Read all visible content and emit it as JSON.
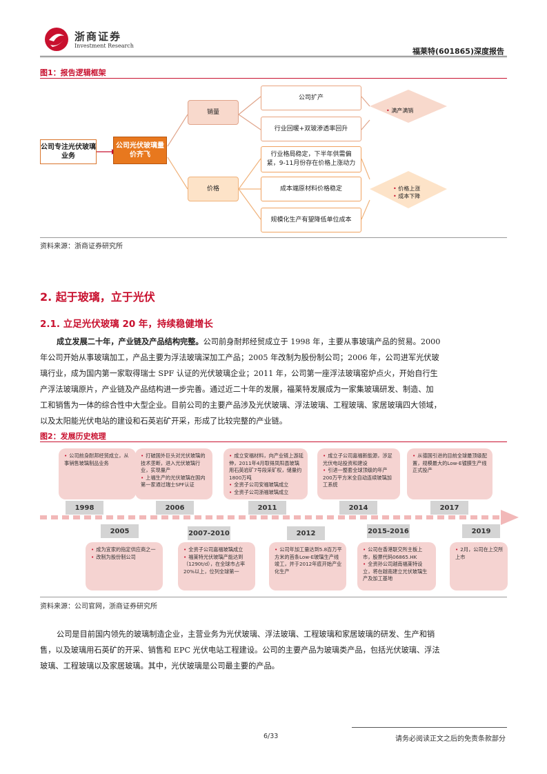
{
  "header": {
    "brand_name": "浙商证券",
    "brand_en": "Investment Research",
    "report_title": "福莱特(601865)深度报告"
  },
  "figure1": {
    "title": "图1：报告逻辑框架",
    "start": "公司专注光伏玻璃业务",
    "main": "公司光伏玻璃量价齐飞",
    "branch_volume": "销量",
    "branch_price": "价格",
    "volume_items": [
      "公司扩产",
      "行业回暖+双玻渗透率回升"
    ],
    "price_items": [
      "行业格局稳定，下半年供需偏紧，9-11月份存在价格上涨动力",
      "成本端原材料价格稳定",
      "规模化生产有望降低单位成本"
    ],
    "volume_result": [
      "满产满销"
    ],
    "price_result": [
      "价格上涨",
      "成本下降"
    ],
    "source": "资料来源：浙商证券研究所"
  },
  "section2": {
    "title": "2. 起于玻璃，立于光伏",
    "sub_title": "2.1. 立足光伏玻璃 20 年，持续稳健增长",
    "para1_bold": "成立发展二十年，产业链及产品结构完整。",
    "para1_lines": [
      "公司前身耐邦经贸成立于 1998 年，主要从事玻璃产品的贸易。2000",
      "年公司开始从事玻璃加工，产品主要为浮法玻璃深加工产品；2005 年改制为股份制公司；2006 年，公司进军光伏玻",
      "璃行业，成为国内第一家取得瑞士 SPF 认证的光伏玻璃企业；2011 年，公司第一座浮法玻璃窑炉点火，开始自行生",
      "产浮法玻璃原片，产业链及产品结构进一步完善。通过近二十年的发展，福莱特发展成为一家集玻璃研发、制造、加",
      "工和销售为一体的综合性中大型企业。目前公司的主要产品涉及光伏玻璃、浮法玻璃、工程玻璃、家居玻璃四大领域，",
      "以及太阳能光伏电站的建设和石英岩矿开采，形成了比较完整的产业链。"
    ]
  },
  "figure2": {
    "title": "图2：发展历史梳理",
    "top_events": [
      {
        "year": "1998",
        "items": [
          "公司前身耐邦经贸成立，从事销售玻璃制品业务"
        ]
      },
      {
        "year": "2006",
        "items": [
          "打破国外巨头对光伏玻璃的技术垄断，进入光伏玻璃行业，实现量产",
          "上福生产的光伏玻璃在国内第一家通过瑞士SPF认证"
        ]
      },
      {
        "year": "2011",
        "items": [
          "成立安福材料，向产业链上游延伸，2011年4月取得凤阳县玻璃用石英岩矿7号段采矿权，储量约1800万吨",
          "全资子公司安福玻璃成立",
          "全资子公司浙福玻璃成立"
        ]
      },
      {
        "year": "2014",
        "items": [
          "成立子公司嘉福新能源，涉足光伏电站投资和建设",
          "引进一整套全球顶级的年产200万平方米全自动连续玻璃加工系统"
        ]
      },
      {
        "year": "2017",
        "items": [
          "从德国引进的目前全球最顶级配置，规模最大的Low-E镀膜生产线正式投产"
        ]
      }
    ],
    "bottom_events": [
      {
        "year": "2005",
        "items": [
          "成为宜家的指定供应商之一",
          "改制为股份制公司"
        ]
      },
      {
        "year": "2007-2010",
        "items": [
          "全资子公司嘉福玻璃成立",
          "福莱特光伏玻璃产能达到（1290t/d），在全球市占率20%以上，位列全球第一"
        ]
      },
      {
        "year": "2012",
        "items": [
          "公司年加工量达到5.8百万平方米的首条Low-E玻璃生产线竣工，并于2012年底开始产业化生产"
        ]
      },
      {
        "year": "2015-2016",
        "items": [
          "公司在香港联交所主板上市，股票代码06865.HK",
          "全资孙公司越南福莱特设立，将在越南建立光伏玻璃生产及加工基地"
        ]
      },
      {
        "year": "2019",
        "items": [
          "2月，公司在上交所上市"
        ]
      }
    ],
    "source": "资料来源：公司官网，浙商证券研究所"
  },
  "para2_lines": [
    "公司是目前国内领先的玻璃制造企业，主营业务为光伏玻璃、浮法玻璃、工程玻璃和家居玻璃的研发、生产和销",
    "售，以及玻璃用石英矿的开采、销售和 EPC 光伏电站工程建设。公司的主要产品为玻璃类产品，包括光伏玻璃、浮法",
    "玻璃、工程玻璃以及家居玻璃。其中，光伏玻璃是公司最主要的产品。"
  ],
  "footer": {
    "page": "6/33",
    "disclaimer": "请务必阅读正文之后的免责条款部分"
  },
  "colors": {
    "accent": "#c8102e",
    "orange": "#e8781e"
  }
}
